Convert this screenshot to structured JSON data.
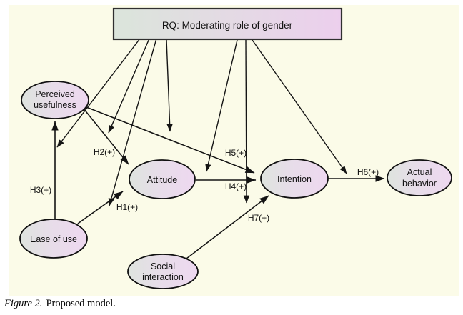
{
  "figure": {
    "title_box": {
      "label": "RQ: Moderating role of gender"
    },
    "nodes": {
      "perceived_usefulness": {
        "line1": "Perceived",
        "line2": "usefulness"
      },
      "attitude": {
        "label": "Attitude"
      },
      "intention": {
        "label": "Intention"
      },
      "actual_behavior": {
        "line1": "Actual",
        "line2": "behavior"
      },
      "ease_of_use": {
        "label": "Ease of use"
      },
      "social_interaction": {
        "line1": "Social",
        "line2": "interaction"
      }
    },
    "hypotheses": {
      "h1": {
        "label": "H1(+)",
        "from": "Ease of use",
        "to": "Attitude"
      },
      "h2": {
        "label": "H2(+)",
        "from": "Perceived usefulness",
        "to": "Attitude"
      },
      "h3": {
        "label": "H3(+)",
        "from": "Ease of use",
        "to": "Perceived usefulness"
      },
      "h4": {
        "label": "H4(+)",
        "from": "Attitude",
        "to": "Intention"
      },
      "h5": {
        "label": "H5(+)",
        "from": "Perceived usefulness",
        "to": "Intention"
      },
      "h6": {
        "label": "H6(+)",
        "from": "Intention",
        "to": "Actual behavior"
      },
      "h7": {
        "label": "H7(+)",
        "from": "Social interaction",
        "to": "Intention"
      }
    },
    "moderation": {
      "source": "RQ: Moderating role of gender",
      "targets": [
        "H1",
        "H2",
        "H3",
        "H4",
        "H5",
        "H6",
        "H7"
      ]
    },
    "caption": {
      "prefix": "Figure 2.",
      "text": "Proposed model."
    }
  },
  "colors": {
    "page_bg": "#FFFFFF",
    "canvas_bg": "#FBFBE8",
    "node_fill_left": "#DEE4DE",
    "node_fill_right": "#EED8F0",
    "box_fill_left": "#DBE5DB",
    "box_fill_right": "#ECCFED",
    "stroke": "#141414"
  }
}
